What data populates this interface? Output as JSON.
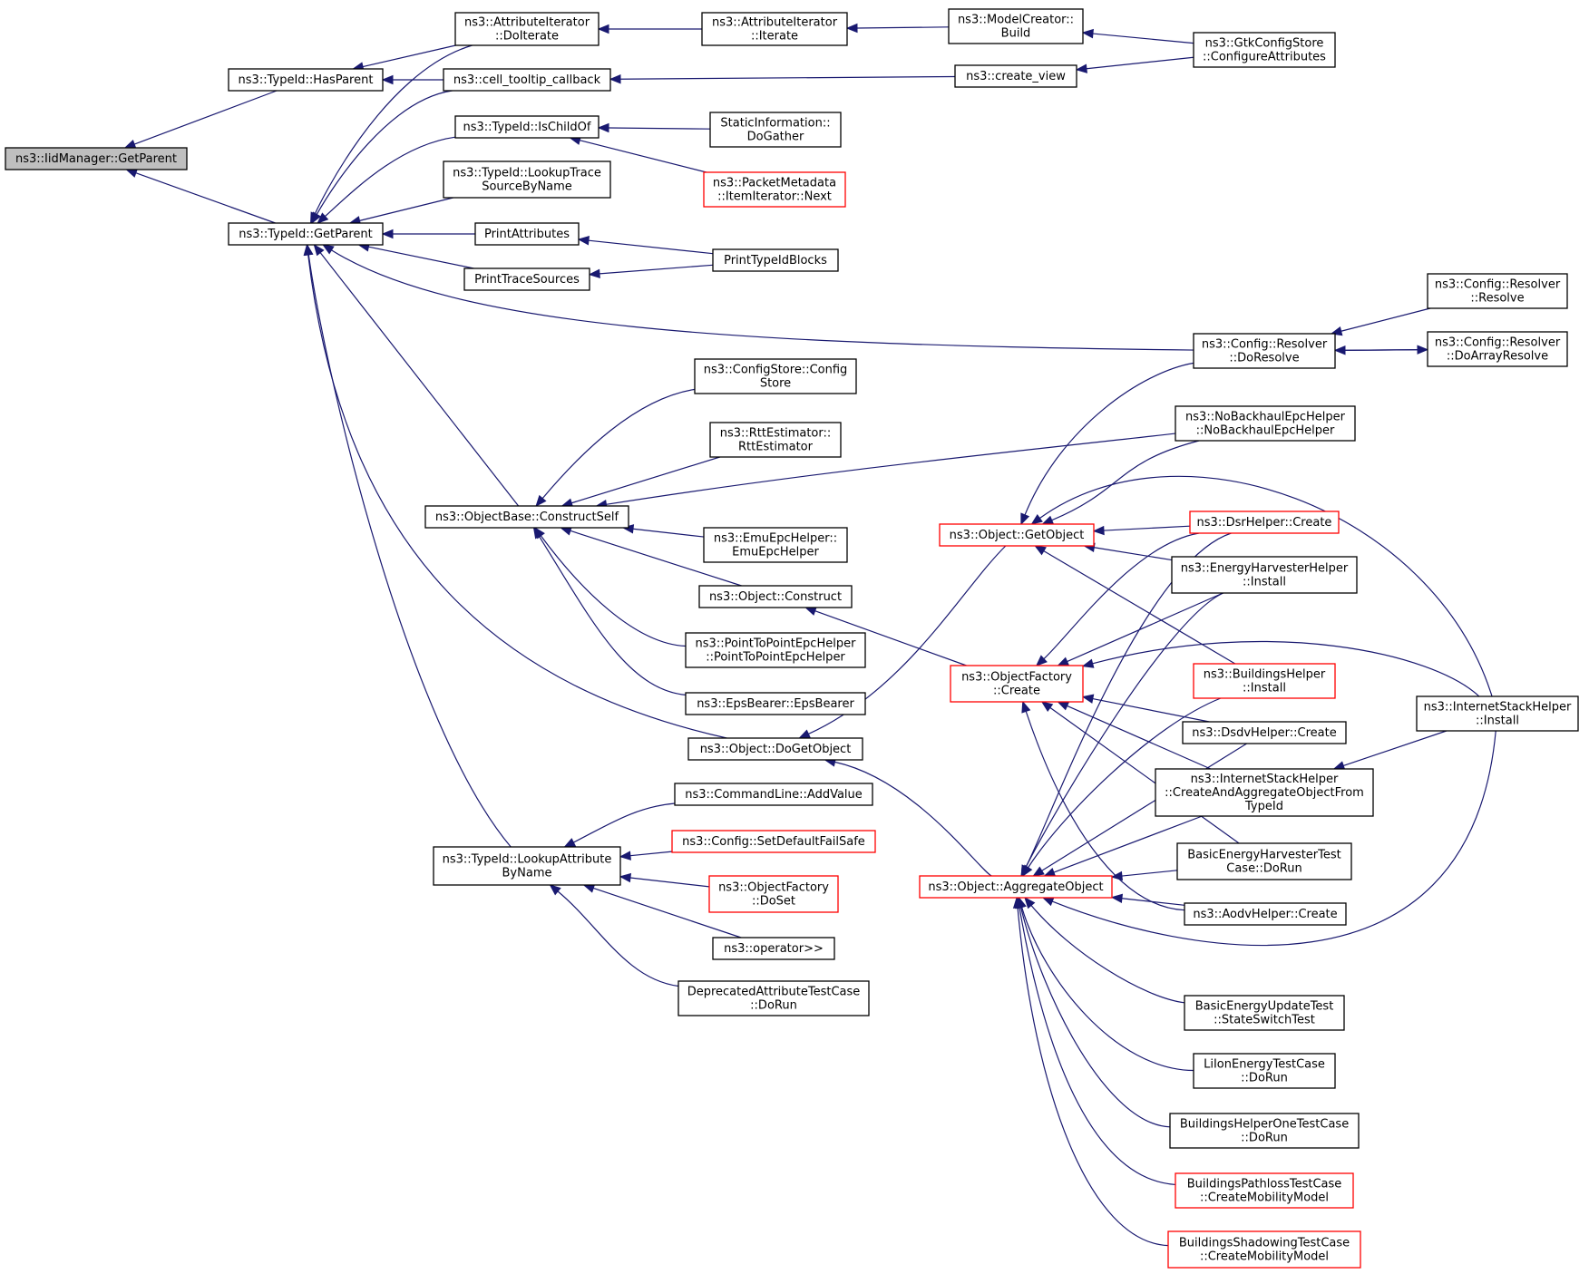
{
  "nodes": [
    {
      "id": "GetParentMgr",
      "lines": [
        "ns3::IidManager::GetParent"
      ],
      "focus": true
    },
    {
      "id": "HasParent",
      "lines": [
        "ns3::TypeId::HasParent"
      ]
    },
    {
      "id": "TypeIdGetParent",
      "lines": [
        "ns3::TypeId::GetParent"
      ]
    },
    {
      "id": "AttrDoIterate",
      "lines": [
        "ns3::AttributeIterator",
        "::DoIterate"
      ]
    },
    {
      "id": "CellTooltip",
      "lines": [
        "ns3::cell_tooltip_callback"
      ]
    },
    {
      "id": "IsChildOf",
      "lines": [
        "ns3::TypeId::IsChildOf"
      ]
    },
    {
      "id": "LookupTrace",
      "lines": [
        "ns3::TypeId::LookupTrace",
        "SourceByName"
      ]
    },
    {
      "id": "PrintAttributes",
      "lines": [
        "PrintAttributes"
      ]
    },
    {
      "id": "PrintTraceSources",
      "lines": [
        "PrintTraceSources"
      ]
    },
    {
      "id": "ConstructSelf",
      "lines": [
        "ns3::ObjectBase::ConstructSelf"
      ]
    },
    {
      "id": "LookupAttr",
      "lines": [
        "ns3::TypeId::LookupAttribute",
        "ByName"
      ]
    },
    {
      "id": "AttrIterate",
      "lines": [
        "ns3::AttributeIterator",
        "::Iterate"
      ]
    },
    {
      "id": "StaticInfo",
      "lines": [
        "StaticInformation::",
        "DoGather"
      ]
    },
    {
      "id": "PktNext",
      "lines": [
        "ns3::PacketMetadata",
        "::ItemIterator::Next"
      ],
      "red": true
    },
    {
      "id": "PrintTypeIdBlocks",
      "lines": [
        "PrintTypeIdBlocks"
      ]
    },
    {
      "id": "ConfigStore",
      "lines": [
        "ns3::ConfigStore::Config",
        "Store"
      ]
    },
    {
      "id": "RttEstimator",
      "lines": [
        "ns3::RttEstimator::",
        "RttEstimator"
      ]
    },
    {
      "id": "EmuEpc",
      "lines": [
        "ns3::EmuEpcHelper::",
        "EmuEpcHelper"
      ]
    },
    {
      "id": "ObjConstruct",
      "lines": [
        "ns3::Object::Construct"
      ]
    },
    {
      "id": "P2PEpc",
      "lines": [
        "ns3::PointToPointEpcHelper",
        "::PointToPointEpcHelper"
      ]
    },
    {
      "id": "EpsBearer",
      "lines": [
        "ns3::EpsBearer::EpsBearer"
      ]
    },
    {
      "id": "DoGetObject",
      "lines": [
        "ns3::Object::DoGetObject"
      ]
    },
    {
      "id": "AddValue",
      "lines": [
        "ns3::CommandLine::AddValue"
      ]
    },
    {
      "id": "SetDefaultFailSafe",
      "lines": [
        "ns3::Config::SetDefaultFailSafe"
      ],
      "red": true
    },
    {
      "id": "ObjFactoryDoSet",
      "lines": [
        "ns3::ObjectFactory",
        "::DoSet"
      ],
      "red": true
    },
    {
      "id": "OperatorShift",
      "lines": [
        "ns3::operator>>"
      ]
    },
    {
      "id": "DeprecatedTest",
      "lines": [
        "DeprecatedAttributeTestCase",
        "::DoRun"
      ]
    },
    {
      "id": "ModelCreatorBuild",
      "lines": [
        "ns3::ModelCreator::",
        "Build"
      ]
    },
    {
      "id": "CreateView",
      "lines": [
        "ns3::create_view"
      ]
    },
    {
      "id": "GetObject",
      "lines": [
        "ns3::Object::GetObject"
      ],
      "red": true
    },
    {
      "id": "ObjFactoryCreate",
      "lines": [
        "ns3::ObjectFactory",
        "::Create"
      ],
      "red": true
    },
    {
      "id": "AggregateObject",
      "lines": [
        "ns3::Object::AggregateObject"
      ],
      "red": true
    },
    {
      "id": "GtkConfig",
      "lines": [
        "ns3::GtkConfigStore",
        "::ConfigureAttributes"
      ]
    },
    {
      "id": "DoResolve",
      "lines": [
        "ns3::Config::Resolver",
        "::DoResolve"
      ]
    },
    {
      "id": "NoBackhaul",
      "lines": [
        "ns3::NoBackhaulEpcHelper",
        "::NoBackhaulEpcHelper"
      ]
    },
    {
      "id": "DsrCreate",
      "lines": [
        "ns3::DsrHelper::Create"
      ],
      "red": true
    },
    {
      "id": "EnergyHarvInstall",
      "lines": [
        "ns3::EnergyHarvesterHelper",
        "::Install"
      ]
    },
    {
      "id": "BuildingsInstall",
      "lines": [
        "ns3::BuildingsHelper",
        "::Install"
      ],
      "red": true
    },
    {
      "id": "DsdvCreate",
      "lines": [
        "ns3::DsdvHelper::Create"
      ]
    },
    {
      "id": "CreateAggFromTypeId",
      "lines": [
        "ns3::InternetStackHelper",
        "::CreateAndAggregateObjectFrom",
        "TypeId"
      ]
    },
    {
      "id": "BasicEnergyHarvTest",
      "lines": [
        "BasicEnergyHarvesterTest",
        "Case::DoRun"
      ]
    },
    {
      "id": "AodvCreate",
      "lines": [
        "ns3::AodvHelper::Create"
      ]
    },
    {
      "id": "BasicEnergyUpdate",
      "lines": [
        "BasicEnergyUpdateTest",
        "::StateSwitchTest"
      ]
    },
    {
      "id": "LiIon",
      "lines": [
        "LiIonEnergyTestCase",
        "::DoRun"
      ]
    },
    {
      "id": "BuildingsOneTest",
      "lines": [
        "BuildingsHelperOneTestCase",
        "::DoRun"
      ]
    },
    {
      "id": "PathlossTest",
      "lines": [
        "BuildingsPathlossTestCase",
        "::CreateMobilityModel"
      ],
      "red": true
    },
    {
      "id": "ShadowingTest",
      "lines": [
        "BuildingsShadowingTestCase",
        "::CreateMobilityModel"
      ],
      "red": true
    },
    {
      "id": "ResolverResolve",
      "lines": [
        "ns3::Config::Resolver",
        "::Resolve"
      ]
    },
    {
      "id": "DoArrayResolve",
      "lines": [
        "ns3::Config::Resolver",
        "::DoArrayResolve"
      ]
    },
    {
      "id": "InternetInstall",
      "lines": [
        "ns3::InternetStackHelper",
        "::Install"
      ]
    }
  ],
  "edges": [
    {
      "from": "HasParent",
      "to": "GetParentMgr"
    },
    {
      "from": "TypeIdGetParent",
      "to": "GetParentMgr"
    },
    {
      "from": "AttrDoIterate",
      "to": "HasParent"
    },
    {
      "from": "CellTooltip",
      "to": "HasParent"
    },
    {
      "from": "AttrDoIterate",
      "to": "TypeIdGetParent"
    },
    {
      "from": "CellTooltip",
      "to": "TypeIdGetParent"
    },
    {
      "from": "IsChildOf",
      "to": "TypeIdGetParent"
    },
    {
      "from": "LookupTrace",
      "to": "TypeIdGetParent"
    },
    {
      "from": "PrintAttributes",
      "to": "TypeIdGetParent"
    },
    {
      "from": "PrintTraceSources",
      "to": "TypeIdGetParent"
    },
    {
      "from": "DoResolve",
      "to": "TypeIdGetParent"
    },
    {
      "from": "ConstructSelf",
      "to": "TypeIdGetParent"
    },
    {
      "from": "DoGetObject",
      "to": "TypeIdGetParent"
    },
    {
      "from": "LookupAttr",
      "to": "TypeIdGetParent"
    },
    {
      "from": "AttrIterate",
      "to": "AttrDoIterate"
    },
    {
      "from": "CreateView",
      "to": "CellTooltip"
    },
    {
      "from": "StaticInfo",
      "to": "IsChildOf"
    },
    {
      "from": "PktNext",
      "to": "IsChildOf"
    },
    {
      "from": "PrintTypeIdBlocks",
      "to": "PrintAttributes"
    },
    {
      "from": "PrintTypeIdBlocks",
      "to": "PrintTraceSources"
    },
    {
      "from": "ConfigStore",
      "to": "ConstructSelf"
    },
    {
      "from": "RttEstimator",
      "to": "ConstructSelf"
    },
    {
      "from": "NoBackhaul",
      "to": "ConstructSelf"
    },
    {
      "from": "EmuEpc",
      "to": "ConstructSelf"
    },
    {
      "from": "ObjConstruct",
      "to": "ConstructSelf"
    },
    {
      "from": "P2PEpc",
      "to": "ConstructSelf"
    },
    {
      "from": "EpsBearer",
      "to": "ConstructSelf"
    },
    {
      "from": "AddValue",
      "to": "LookupAttr"
    },
    {
      "from": "SetDefaultFailSafe",
      "to": "LookupAttr"
    },
    {
      "from": "ObjFactoryDoSet",
      "to": "LookupAttr"
    },
    {
      "from": "OperatorShift",
      "to": "LookupAttr"
    },
    {
      "from": "DeprecatedTest",
      "to": "LookupAttr"
    },
    {
      "from": "ModelCreatorBuild",
      "to": "AttrIterate"
    },
    {
      "from": "GtkConfig",
      "to": "ModelCreatorBuild"
    },
    {
      "from": "GtkConfig",
      "to": "CreateView"
    },
    {
      "from": "ObjFactoryCreate",
      "to": "ObjConstruct"
    },
    {
      "from": "GetObject",
      "to": "DoGetObject"
    },
    {
      "from": "AggregateObject",
      "to": "DoGetObject"
    },
    {
      "from": "DoResolve",
      "to": "GetObject"
    },
    {
      "from": "NoBackhaul",
      "to": "GetObject"
    },
    {
      "from": "DsrCreate",
      "to": "GetObject"
    },
    {
      "from": "EnergyHarvInstall",
      "to": "GetObject"
    },
    {
      "from": "BuildingsInstall",
      "to": "GetObject"
    },
    {
      "from": "InternetInstall",
      "to": "GetObject"
    },
    {
      "from": "DsrCreate",
      "to": "ObjFactoryCreate"
    },
    {
      "from": "EnergyHarvInstall",
      "to": "ObjFactoryCreate"
    },
    {
      "from": "InternetInstall",
      "to": "ObjFactoryCreate"
    },
    {
      "from": "DsdvCreate",
      "to": "ObjFactoryCreate"
    },
    {
      "from": "CreateAggFromTypeId",
      "to": "ObjFactoryCreate"
    },
    {
      "from": "BasicEnergyHarvTest",
      "to": "ObjFactoryCreate"
    },
    {
      "from": "AodvCreate",
      "to": "ObjFactoryCreate"
    },
    {
      "from": "DsrCreate",
      "to": "AggregateObject"
    },
    {
      "from": "EnergyHarvInstall",
      "to": "AggregateObject"
    },
    {
      "from": "BuildingsInstall",
      "to": "AggregateObject"
    },
    {
      "from": "DsdvCreate",
      "to": "AggregateObject"
    },
    {
      "from": "CreateAggFromTypeId",
      "to": "AggregateObject"
    },
    {
      "from": "BasicEnergyHarvTest",
      "to": "AggregateObject"
    },
    {
      "from": "AodvCreate",
      "to": "AggregateObject"
    },
    {
      "from": "InternetInstall",
      "to": "AggregateObject"
    },
    {
      "from": "BasicEnergyUpdate",
      "to": "AggregateObject"
    },
    {
      "from": "LiIon",
      "to": "AggregateObject"
    },
    {
      "from": "BuildingsOneTest",
      "to": "AggregateObject"
    },
    {
      "from": "PathlossTest",
      "to": "AggregateObject"
    },
    {
      "from": "ShadowingTest",
      "to": "AggregateObject"
    },
    {
      "from": "ResolverResolve",
      "to": "DoResolve"
    },
    {
      "from": "DoArrayResolve",
      "to": "DoResolve"
    },
    {
      "from": "DoResolve",
      "to": "DoArrayResolve"
    },
    {
      "from": "InternetInstall",
      "to": "CreateAggFromTypeId"
    }
  ]
}
